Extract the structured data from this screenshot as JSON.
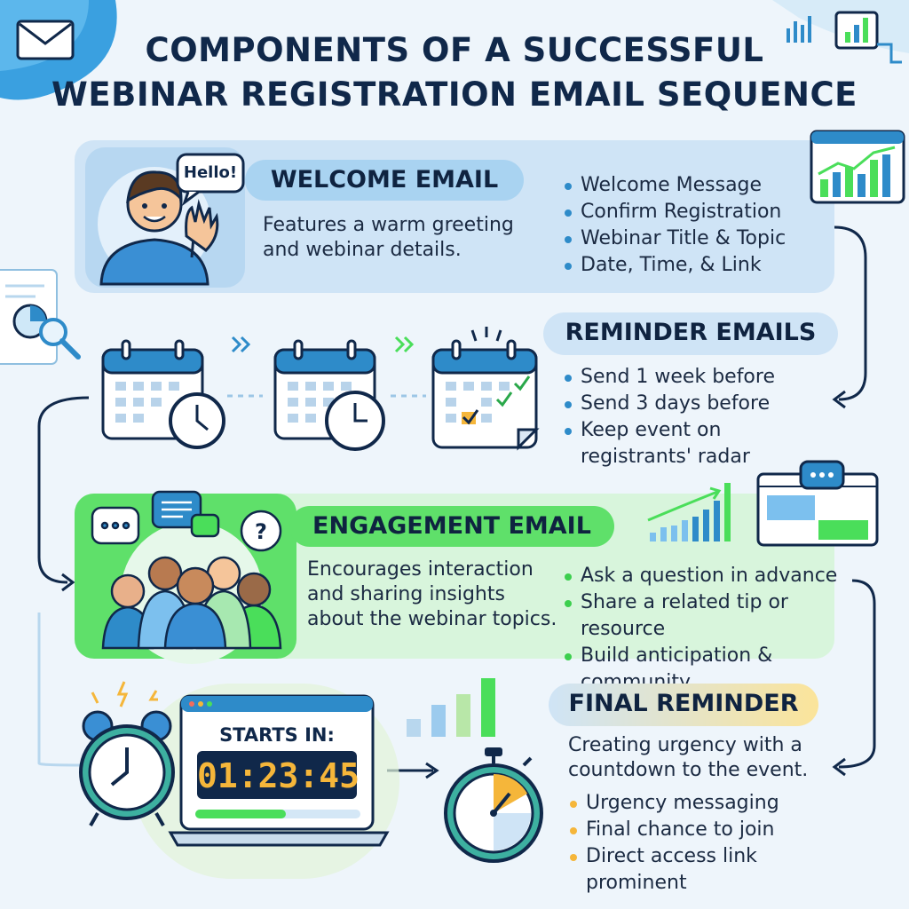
{
  "title": {
    "line1": "COMPONENTS OF A SUCCESSFUL",
    "line2": "WEBINAR REGISTRATION EMAIL SEQUENCE"
  },
  "welcome": {
    "heading": "WELCOME EMAIL",
    "speech": "Hello!",
    "description": "Features a warm greeting and webinar details.",
    "bullets": [
      "Welcome Message",
      "Confirm Registration",
      "Webinar Title & Topic",
      "Date, Time, & Link"
    ]
  },
  "reminder": {
    "heading": "REMINDER EMAILS",
    "bullets": [
      "Send 1 week before",
      "Send 3 days before",
      "Keep event on registrants' radar"
    ]
  },
  "engagement": {
    "heading": "ENGAGEMENT EMAIL",
    "description": "Encourages interaction and sharing insights about the webinar topics.",
    "bullets": [
      "Ask a question in advance",
      "Share a related tip or resource",
      "Build anticipation & community"
    ]
  },
  "final": {
    "heading": "FINAL REMINDER",
    "description": "Creating urgency with a countdown to the event.",
    "starts_label": "STARTS IN:",
    "countdown": "01:23:45",
    "bullets": [
      "Urgency messaging",
      "Final chance to join",
      "Direct access link prominent"
    ]
  },
  "colors": {
    "navy": "#10284a",
    "blue_panel": "#cfe4f6",
    "green_panel": "#d8f5dc",
    "green_accent": "#4ade5a",
    "blue_accent": "#2e8bc9",
    "orange_accent": "#f5b63a"
  },
  "icons": [
    "envelope-icon",
    "bar-chart-icon",
    "analytics-window-icon",
    "magnifier-icon",
    "calendar-clock-icon",
    "calendar-check-icon",
    "chat-bubble-icon",
    "people-group-icon",
    "alarm-clock-icon",
    "laptop-countdown-icon",
    "stopwatch-icon",
    "flow-arrow-icon"
  ]
}
